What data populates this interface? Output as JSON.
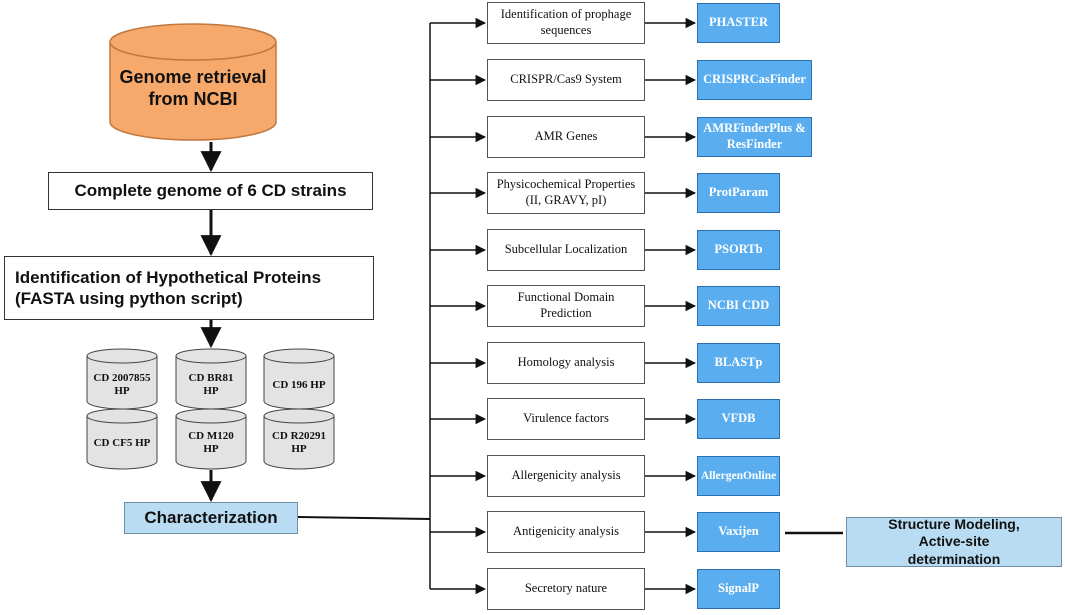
{
  "left_flow": {
    "start": "Genome retrieval from NCBI",
    "complete_genome": "Complete genome of 6 CD strains",
    "identification_line1": "Identification of Hypothetical  Proteins",
    "identification_line2": "(FASTA using python script)",
    "strains": [
      {
        "label": "CD 2007855 HP"
      },
      {
        "label": "CD BR81 HP"
      },
      {
        "label": "CD 196 HP"
      },
      {
        "label": "CD CF5 HP"
      },
      {
        "label": "CD M120 HP"
      },
      {
        "label": "CD R20291 HP"
      }
    ],
    "characterization": "Characterization"
  },
  "steps": [
    {
      "label": "Identification of prophage sequences",
      "tool": "PHASTER"
    },
    {
      "label": "CRISPR/Cas9 System",
      "tool": "CRISPRCasFinder"
    },
    {
      "label": "AMR Genes",
      "tool": "AMRFinderPlus & ResFinder"
    },
    {
      "label": "Physicochemical Properties (II, GRAVY, pI)",
      "tool": "ProtParam"
    },
    {
      "label": "Subcellular Localization",
      "tool": "PSORTb"
    },
    {
      "label": "Functional Domain Prediction",
      "tool": "NCBI CDD"
    },
    {
      "label": "Homology analysis",
      "tool": "BLASTp"
    },
    {
      "label": "Virulence factors",
      "tool": "VFDB"
    },
    {
      "label": "Allergenicity analysis",
      "tool": "AllergenOnline"
    },
    {
      "label": "Antigenicity analysis",
      "tool": "Vaxijen"
    },
    {
      "label": "Secretory nature",
      "tool": "SignalP"
    }
  ],
  "final": {
    "label": "Structure Modeling, Active-site determination"
  },
  "colors": {
    "start_fill": "#f7a86b",
    "tool_fill": "#5aaef0",
    "char_fill": "#b9dcf3",
    "cylinder_fill": "#e3e3e3"
  }
}
